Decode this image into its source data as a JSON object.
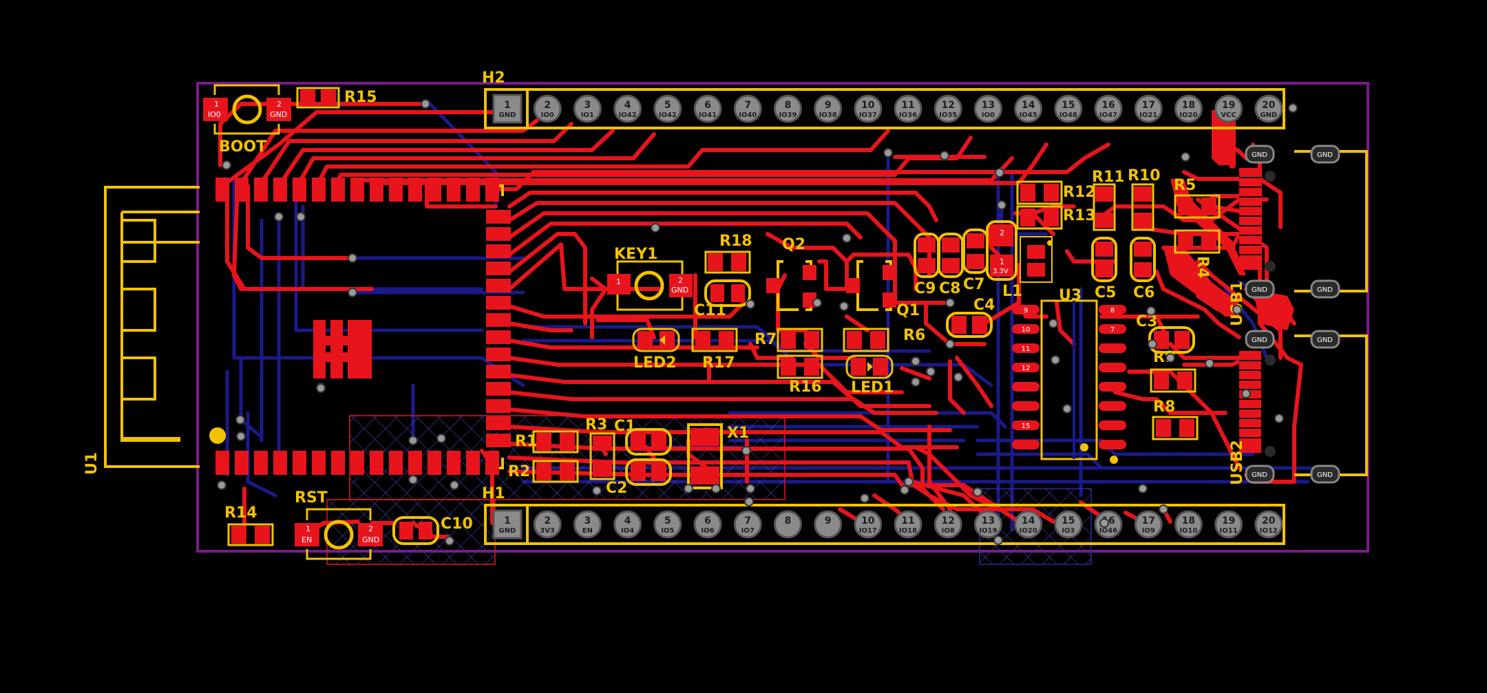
{
  "board": {
    "colors": {
      "background": "#000000",
      "outline": "#7b1a8c",
      "silkscreen": "#f2c200",
      "top_copper": "#e8141c",
      "bottom_copper": "#1a1a8a",
      "via_fill": "#9a9a9a",
      "pad_hole": "#7a7a7a"
    }
  },
  "labels": {
    "h2": "H2",
    "h1": "H1",
    "boot": "BOOT",
    "rst": "RST",
    "r15": "R15",
    "r14": "R14",
    "c10": "C10",
    "u1": "U1",
    "key1": "KEY1",
    "r18": "R18",
    "c11": "C11",
    "q2": "Q2",
    "q1": "Q1",
    "led2": "LED2",
    "r17": "R17",
    "r7": "R7",
    "r16": "R16",
    "led1": "LED1",
    "r6": "R6",
    "r1": "R1",
    "r2": "R2",
    "r3": "R3",
    "c1": "C1",
    "c2": "C2",
    "x1": "X1",
    "c9": "C9",
    "c8": "C8",
    "c7": "C7",
    "l1": "L1",
    "c4": "C4",
    "u3": "U3",
    "r12": "R12",
    "r13": "R13",
    "r11": "R11",
    "r10": "R10",
    "r5": "R5",
    "r4": "R4",
    "c5": "C5",
    "c6": "C6",
    "c3": "C3",
    "r9": "R9",
    "r8": "R8",
    "usb1": "USB1",
    "usb2": "USB2"
  },
  "pads": {
    "boot_p1": "1",
    "boot_p1_net": "IO0",
    "boot_p2": "2",
    "boot_p2_net": "GND",
    "rst_p1": "1",
    "rst_p1_net": "EN",
    "rst_p2": "2",
    "rst_p2_net": "GND",
    "key1_p1": "1",
    "key1_p2": "2",
    "key1_p2_net": "GND",
    "l1_p1": "1",
    "l1_p2": "2",
    "l1_net": "3.3V",
    "usb_gnd": "GND"
  },
  "u3_pins_left": [
    "9",
    "10",
    "11",
    "12",
    "15"
  ],
  "u3_pins_right": [
    "8",
    "7"
  ],
  "h2_pins": [
    {
      "num": "1",
      "net": "GND"
    },
    {
      "num": "2",
      "net": "IO0"
    },
    {
      "num": "3",
      "net": "IO1"
    },
    {
      "num": "4",
      "net": "IO42"
    },
    {
      "num": "5",
      "net": "IO42"
    },
    {
      "num": "6",
      "net": "IO41"
    },
    {
      "num": "7",
      "net": "IO40"
    },
    {
      "num": "8",
      "net": "IO39"
    },
    {
      "num": "9",
      "net": "IO38"
    },
    {
      "num": "10",
      "net": "IO37"
    },
    {
      "num": "11",
      "net": "IO36"
    },
    {
      "num": "12",
      "net": "IO35"
    },
    {
      "num": "13",
      "net": "IO0"
    },
    {
      "num": "14",
      "net": "IO45"
    },
    {
      "num": "15",
      "net": "IO48"
    },
    {
      "num": "16",
      "net": "IO47"
    },
    {
      "num": "17",
      "net": "IO21"
    },
    {
      "num": "18",
      "net": "IO20"
    },
    {
      "num": "19",
      "net": "VCC"
    },
    {
      "num": "20",
      "net": "GND"
    }
  ],
  "h1_pins": [
    {
      "num": "1",
      "net": "GND"
    },
    {
      "num": "2",
      "net": "3V3"
    },
    {
      "num": "3",
      "net": "EN"
    },
    {
      "num": "4",
      "net": "IO4"
    },
    {
      "num": "5",
      "net": "IO5"
    },
    {
      "num": "6",
      "net": "IO6"
    },
    {
      "num": "7",
      "net": "IO7"
    },
    {
      "num": "8",
      "net": ""
    },
    {
      "num": "9",
      "net": ""
    },
    {
      "num": "10",
      "net": "IO17"
    },
    {
      "num": "11",
      "net": "IO18"
    },
    {
      "num": "12",
      "net": "IO8"
    },
    {
      "num": "13",
      "net": "IO19"
    },
    {
      "num": "14",
      "net": "IO20"
    },
    {
      "num": "15",
      "net": "IO3"
    },
    {
      "num": "16",
      "net": "IO46"
    },
    {
      "num": "17",
      "net": "IO9"
    },
    {
      "num": "18",
      "net": "IO10"
    },
    {
      "num": "19",
      "net": "IO11"
    },
    {
      "num": "20",
      "net": "IO12"
    }
  ]
}
